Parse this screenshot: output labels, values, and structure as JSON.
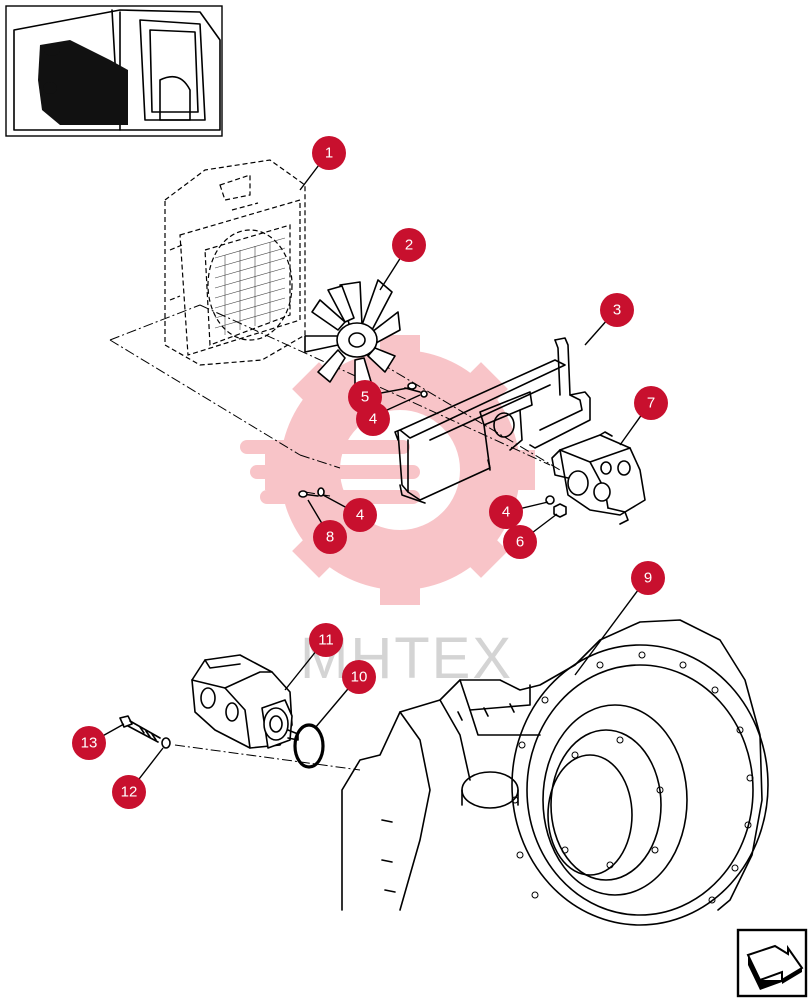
{
  "watermark": {
    "text": "MHTEX",
    "color": "#e8303c"
  },
  "accent_color": "#c8102e",
  "thumbnail": {
    "icon": "machine-overview-icon"
  },
  "nav_button": {
    "icon": "next-page-arrow-icon"
  },
  "callouts": [
    {
      "id": "c1",
      "number": "1"
    },
    {
      "id": "c2",
      "number": "2"
    },
    {
      "id": "c3",
      "number": "3"
    },
    {
      "id": "c5",
      "number": "5"
    },
    {
      "id": "c4a",
      "number": "4"
    },
    {
      "id": "c7",
      "number": "7"
    },
    {
      "id": "c4b",
      "number": "4"
    },
    {
      "id": "c8",
      "number": "8"
    },
    {
      "id": "c4c",
      "number": "4"
    },
    {
      "id": "c6",
      "number": "6"
    },
    {
      "id": "c9",
      "number": "9"
    },
    {
      "id": "c11",
      "number": "11"
    },
    {
      "id": "c10",
      "number": "10"
    },
    {
      "id": "c13",
      "number": "13"
    },
    {
      "id": "c12",
      "number": "12"
    }
  ]
}
